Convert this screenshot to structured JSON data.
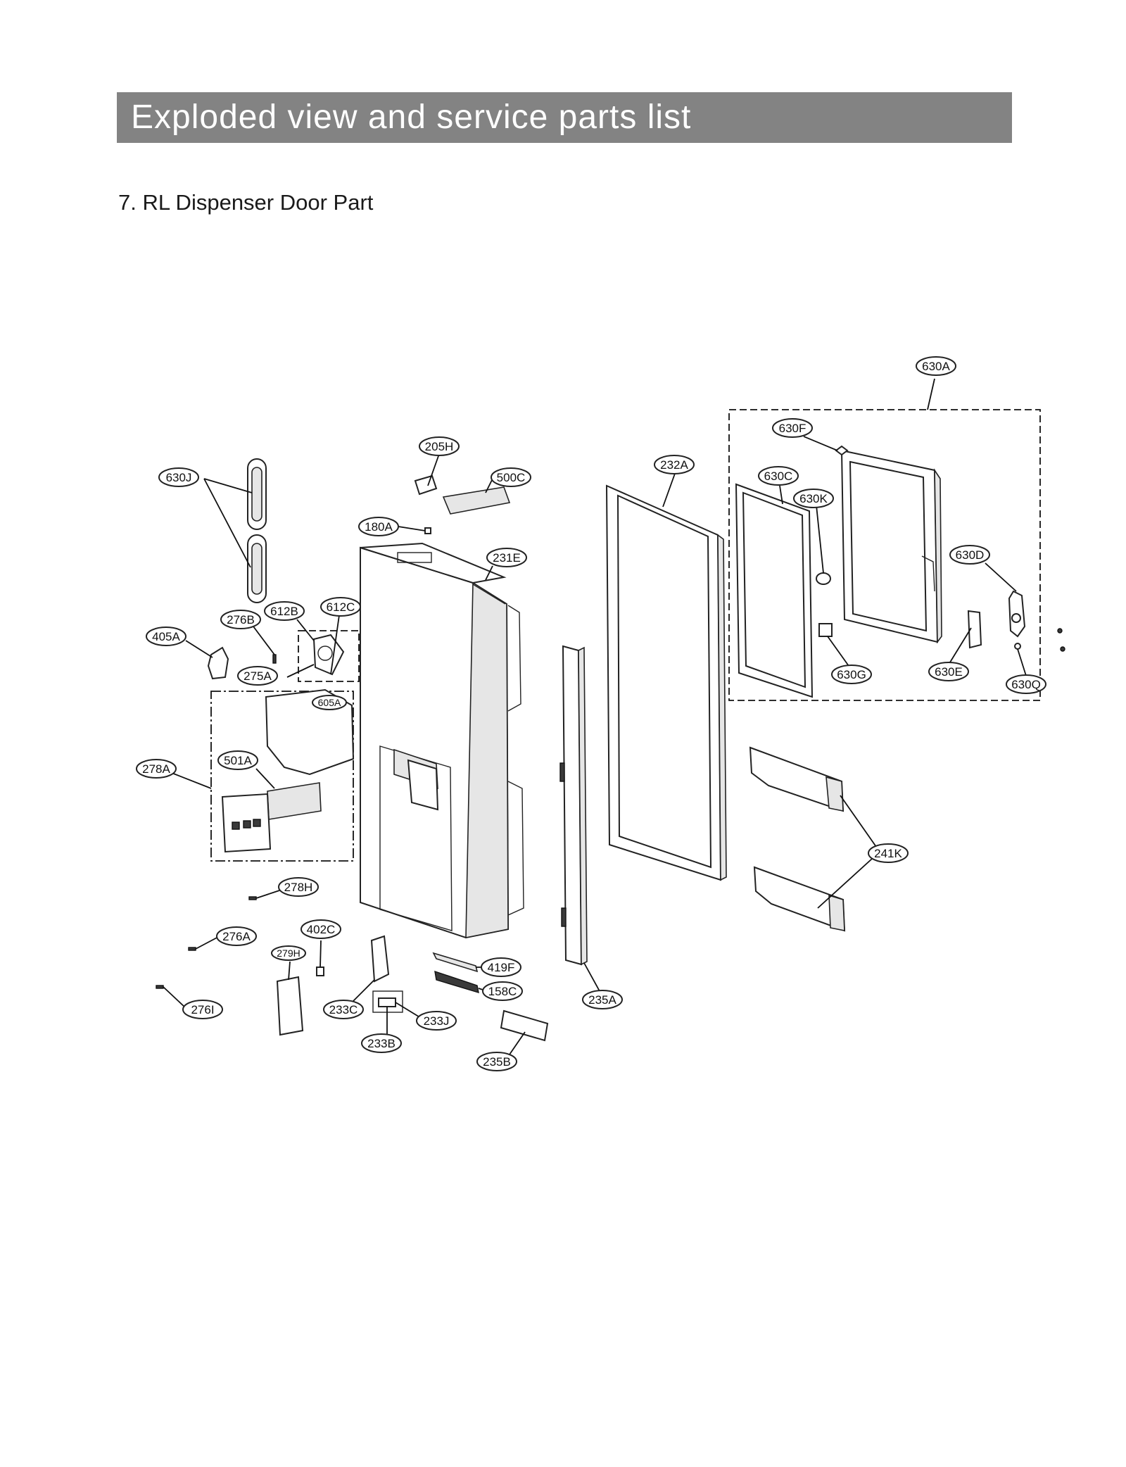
{
  "header": {
    "banner_title": "Exploded view and service parts list",
    "section_title": "7. RL Dispenser Door Part"
  },
  "callouts": [
    {
      "id": "630A",
      "text": "630A"
    },
    {
      "id": "630F",
      "text": "630F"
    },
    {
      "id": "630C",
      "text": "630C"
    },
    {
      "id": "630K",
      "text": "630K"
    },
    {
      "id": "630D",
      "text": "630D"
    },
    {
      "id": "630G",
      "text": "630G"
    },
    {
      "id": "630E",
      "text": "630E"
    },
    {
      "id": "630Q",
      "text": "630Q"
    },
    {
      "id": "232A",
      "text": "232A"
    },
    {
      "id": "205H",
      "text": "205H"
    },
    {
      "id": "500C",
      "text": "500C"
    },
    {
      "id": "180A",
      "text": "180A"
    },
    {
      "id": "231E",
      "text": "231E"
    },
    {
      "id": "630J",
      "text": "630J"
    },
    {
      "id": "612C",
      "text": "612C"
    },
    {
      "id": "612B",
      "text": "612B"
    },
    {
      "id": "276B",
      "text": "276B"
    },
    {
      "id": "405A",
      "text": "405A"
    },
    {
      "id": "275A",
      "text": "275A"
    },
    {
      "id": "605A",
      "text": "605A"
    },
    {
      "id": "278A",
      "text": "278A"
    },
    {
      "id": "501A",
      "text": "501A"
    },
    {
      "id": "278H",
      "text": "278H"
    },
    {
      "id": "402C",
      "text": "402C"
    },
    {
      "id": "276A",
      "text": "276A"
    },
    {
      "id": "279H",
      "text": "279H"
    },
    {
      "id": "276I",
      "text": "276I"
    },
    {
      "id": "233C",
      "text": "233C"
    },
    {
      "id": "233J",
      "text": "233J"
    },
    {
      "id": "233B",
      "text": "233B"
    },
    {
      "id": "419F",
      "text": "419F"
    },
    {
      "id": "158C",
      "text": "158C"
    },
    {
      "id": "235A",
      "text": "235A"
    },
    {
      "id": "235B",
      "text": "235B"
    },
    {
      "id": "241K",
      "text": "241K"
    }
  ]
}
